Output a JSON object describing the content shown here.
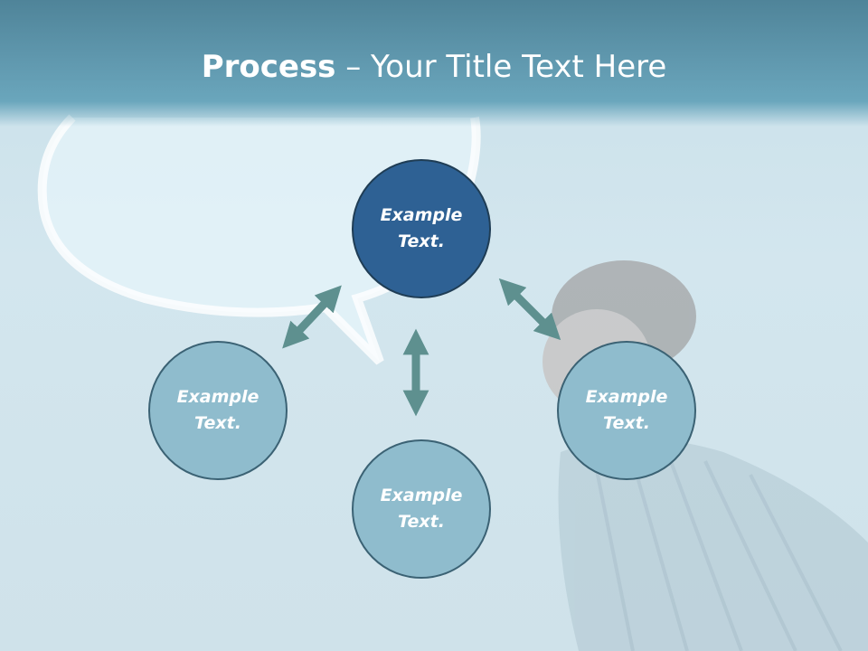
{
  "title": {
    "bold": "Process",
    "rest": " – Your Title Text Here"
  },
  "nodes": {
    "center": {
      "line1": "Example",
      "line2": "Text."
    },
    "left": {
      "line1": "Example",
      "line2": "Text."
    },
    "bottom": {
      "line1": "Example",
      "line2": "Text."
    },
    "right": {
      "line1": "Example",
      "line2": "Text."
    }
  },
  "colors": {
    "header": "#5f97ad",
    "center_node": "#2e6194",
    "outer_node": "#8fbccd",
    "arrow": "#5e908f"
  }
}
